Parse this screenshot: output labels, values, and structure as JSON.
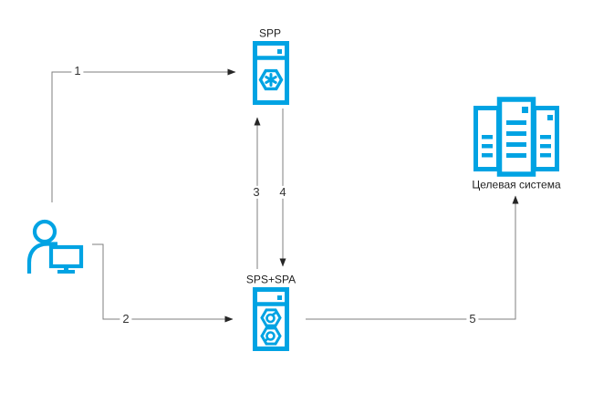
{
  "diagram": {
    "colors": {
      "accent": "#00a3e3",
      "line": "#7f7f7f",
      "arrowhead": "#262626",
      "text": "#1f1f1f"
    },
    "nodes": {
      "user": {
        "label": ""
      },
      "spp": {
        "label": "SPP"
      },
      "sps_spa": {
        "label": "SPS+SPA"
      },
      "target": {
        "label": "Целевая система"
      }
    },
    "connectors": [
      {
        "label": "1",
        "from": "user-workstation",
        "to": "spp-server",
        "arrow": "right"
      },
      {
        "label": "2",
        "from": "user-workstation",
        "to": "sps-spa-server",
        "arrow": "right"
      },
      {
        "label": "3",
        "from": "sps-spa-server",
        "to": "spp-server",
        "arrow": "up"
      },
      {
        "label": "4",
        "from": "spp-server",
        "to": "sps-spa-server",
        "arrow": "down"
      },
      {
        "label": "5",
        "from": "sps-spa-server",
        "to": "target-system",
        "arrow": "up"
      }
    ]
  }
}
